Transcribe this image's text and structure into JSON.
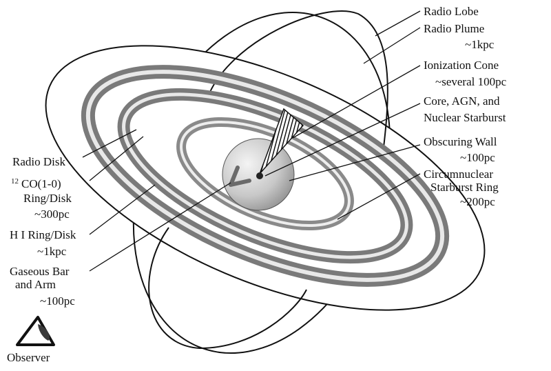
{
  "labels": {
    "radio_lobe": "Radio Lobe",
    "radio_plume": "Radio Plume",
    "radio_plume_size": "~1kpc",
    "ionization_cone": "Ionization Cone",
    "ionization_cone_size": "~several 100pc",
    "core_line1": "Core, AGN, and",
    "core_line2": "Nuclear Starburst",
    "obscuring_wall": "Obscuring Wall",
    "obscuring_wall_size": "~100pc",
    "circumnuclear_line1": "Circumnuclear",
    "circumnuclear_line2": "Starburst Ring",
    "circumnuclear_size": "~200pc",
    "radio_disk": "Radio Disk",
    "co_sup": "12",
    "co_main": "CO(1-0)",
    "co_line2": "Ring/Disk",
    "co_size": "~300pc",
    "hi_line1": "H I Ring/Disk",
    "hi_size": "~1kpc",
    "gas_line1": "Gaseous Bar",
    "gas_line2": "and Arm",
    "gas_size": "~100pc",
    "observer": "Observer"
  },
  "colors": {
    "ring_dark": "#7a7a7a",
    "ring_light": "#e6e6e6",
    "line": "#111111",
    "core_light": "#f2f2f2",
    "core_dark": "#9a9a9a",
    "observer_fill": "#3a3a3a"
  }
}
